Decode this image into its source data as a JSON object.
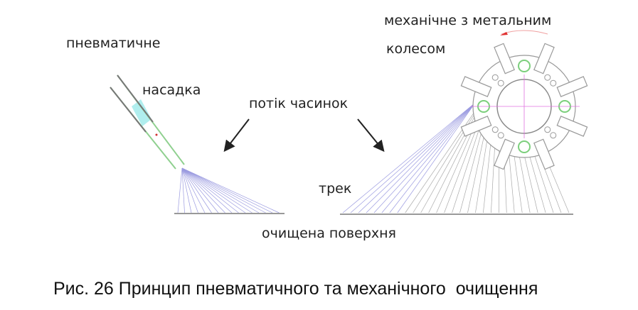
{
  "labels": {
    "pneumatic": "пневматичне",
    "nozzle": "насадка",
    "particle_flow": "потік часинок",
    "mechanical_line1": "механічне з метальним",
    "mechanical_line2": "колесом",
    "track": "трек",
    "cleaned_surface": "очищена поверхня"
  },
  "caption": "Рис. 26 Принцип пневматичного та механічного  очищення",
  "colors": {
    "fan_lines": "#9a9ae0",
    "nozzle_green": "#8fd08f",
    "nozzle_cyan": "#6fe0e0",
    "axis_magenta": "#e070e0",
    "rotation_red": "#e03030",
    "hub_green": "#7ccf7c"
  }
}
